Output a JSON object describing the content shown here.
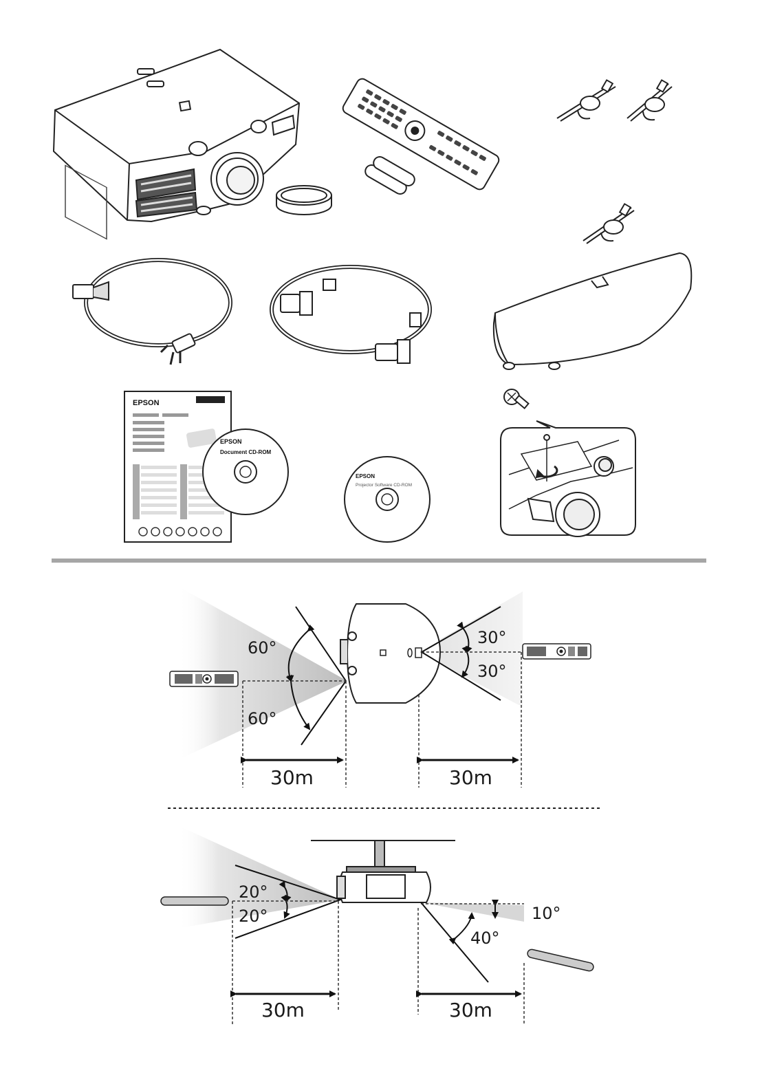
{
  "accessories": {
    "manual_brand": "EPSON",
    "document_cd": {
      "brand": "EPSON",
      "title": "Document CD-ROM"
    },
    "software_cd": {
      "brand": "EPSON",
      "title": "Projector Software CD-ROM"
    }
  },
  "front_view": {
    "angles": {
      "front_upper": "60°",
      "front_lower": "60°",
      "rear_upper": "30°",
      "rear_lower": "30°"
    },
    "distances": {
      "front": "30m",
      "rear": "30m"
    }
  },
  "side_view": {
    "angles": {
      "front_upper": "20°",
      "front_lower": "20°",
      "rear_down": "40°",
      "rear_top": "10°"
    },
    "distances": {
      "front": "30m",
      "rear": "30m"
    }
  }
}
